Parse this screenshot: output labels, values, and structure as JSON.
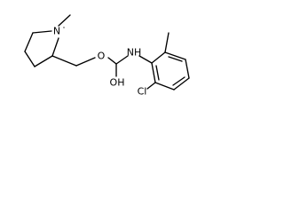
{
  "structure": {
    "atoms": {
      "ring_nitrogen": "N",
      "ester_oxygen": "O",
      "carbamate_nh": "NH",
      "hydroxyl": "OH",
      "chlorine": "Cl"
    },
    "line_color": "#000000",
    "background": "#ffffff"
  }
}
